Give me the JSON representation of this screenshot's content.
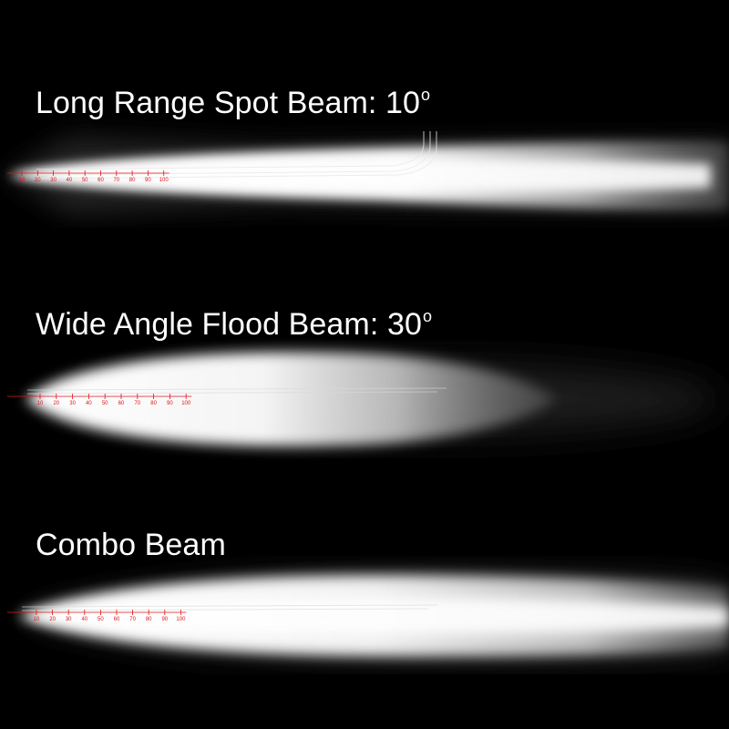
{
  "beams": [
    {
      "title": "Long Range Spot Beam: 10",
      "degree_mark": "o",
      "scale": [
        "10",
        "20",
        "30",
        "40",
        "50",
        "60",
        "70",
        "80",
        "90",
        "100"
      ]
    },
    {
      "title": "Wide Angle Flood Beam: 30",
      "degree_mark": "o",
      "scale": [
        "10",
        "20",
        "30",
        "40",
        "50",
        "60",
        "70",
        "80",
        "90",
        "100"
      ]
    },
    {
      "title": "Combo Beam",
      "degree_mark": "",
      "scale": [
        "10",
        "20",
        "30",
        "40",
        "50",
        "60",
        "70",
        "80",
        "90",
        "100"
      ]
    }
  ],
  "colors": {
    "background": "#000000",
    "beam": "#ffffff",
    "scale": "#e0151b"
  }
}
